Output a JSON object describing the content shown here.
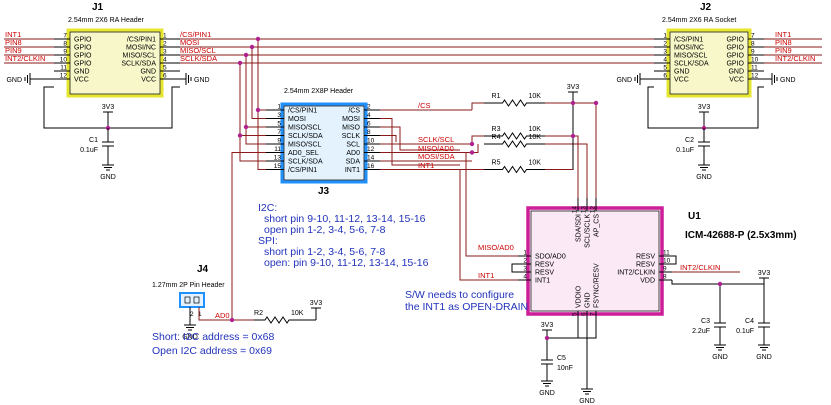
{
  "j1": {
    "ref": "J1",
    "title": "2.54mm 2X6 RA Header",
    "left_pins": [
      "GPIO",
      "GPIO",
      "GPIO",
      "GPIO",
      "GND",
      "VCC"
    ],
    "right_pins": [
      "/CS/PIN1",
      "MOSI/NC",
      "MISO/SCL",
      "SCLK/SDA",
      "GND",
      "VCC"
    ],
    "left_nums": [
      "7",
      "8",
      "9",
      "10",
      "11",
      "12"
    ],
    "right_nums": [
      "1",
      "2",
      "3",
      "4",
      "5",
      "6"
    ],
    "left_nets": [
      "INT1",
      "PIN8",
      "PIN9",
      "INT2/CLKIN"
    ],
    "right_nets": [
      "/CS/PIN1",
      "MOSI",
      "MISO/SCL",
      "SCLK/SDA"
    ],
    "gnd_left": "GND",
    "gnd_right": "GND"
  },
  "j2": {
    "ref": "J2",
    "title": "2.54mm 2X6 RA Socket",
    "left_pins": [
      "/CS/PIN1",
      "MOSI/NC",
      "MISO/SCL",
      "SCLK/SDA",
      "GND",
      "VCC"
    ],
    "right_pins": [
      "GPIO",
      "GPIO",
      "GPIO",
      "GPIO",
      "GND",
      "VCC"
    ],
    "left_nums": [
      "1",
      "2",
      "3",
      "4",
      "5",
      "6"
    ],
    "right_nums": [
      "7",
      "8",
      "9",
      "10",
      "11",
      "12"
    ],
    "right_nets": [
      "INT1",
      "PIN8",
      "PIN9",
      "INT2/CLKIN"
    ],
    "gnd_left": "GND",
    "gnd_right": "GND"
  },
  "j3": {
    "ref": "J3",
    "title": "2.54mm 2X8P Header",
    "left_pins": [
      "/CS/PIN1",
      "MOSI",
      "MISO/SCL",
      "SCLK/SDA",
      "MISO/SCL",
      "AD0_SEL",
      "SCLK/SDA",
      "/CS/PIN1"
    ],
    "right_pins": [
      "/CS",
      "MOSI",
      "MISO",
      "SCLK",
      "SCL",
      "AD0",
      "SDA",
      "INT1"
    ],
    "left_nums": [
      "1",
      "3",
      "5",
      "7",
      "9",
      "11",
      "13",
      "15"
    ],
    "right_nums": [
      "2",
      "4",
      "6",
      "8",
      "10",
      "12",
      "14",
      "16"
    ],
    "right_nets": [
      "/CS",
      "SCLK/SCL",
      "MISO/AD0",
      "MOSI/SDA",
      "INT1"
    ]
  },
  "j4": {
    "ref": "J4",
    "title": "1.27mm 2P Pin Header",
    "pin_nums": [
      "2",
      "1"
    ],
    "net": "AD0"
  },
  "u1": {
    "ref": "U1",
    "part": "ICM-42688-P (2.5x3mm)",
    "left_pins": [
      "SDO/AD0",
      "RESV",
      "RESV",
      "INT1"
    ],
    "left_nums": [
      "1",
      "2",
      "3",
      "4"
    ],
    "right_pins": [
      "RESV",
      "RESV",
      "INT2/CLKIN",
      "VDD"
    ],
    "right_nums": [
      "11",
      "10",
      "9",
      "8"
    ],
    "top_pins": [
      "SDA/SDI",
      "SCL/SCLK",
      "AP_CS"
    ],
    "top_nums": [
      "14",
      "13",
      "12"
    ],
    "bottom_pins": [
      "VDDIO",
      "GND",
      "FSYNC/RESV"
    ],
    "bottom_nums": [
      "5",
      "6",
      "7"
    ],
    "net_left_ad0": "MISO/AD0",
    "net_left_int1": "INT1",
    "net_right": "INT2/CLKIN"
  },
  "passives": {
    "r1": {
      "ref": "R1",
      "value": "10K"
    },
    "r2": {
      "ref": "R2",
      "value": "10K"
    },
    "r3": {
      "ref": "R3",
      "value": "10K"
    },
    "r4": {
      "ref": "R4",
      "value": "10K"
    },
    "r5": {
      "ref": "R5",
      "value": "10K"
    },
    "c1": {
      "ref": "C1",
      "value": "0.1uF"
    },
    "c2": {
      "ref": "C2",
      "value": "0.1uF"
    },
    "c3": {
      "ref": "C3",
      "value": "2.2uF"
    },
    "c4": {
      "ref": "C4",
      "value": "0.1uF"
    },
    "c5": {
      "ref": "C5",
      "value": "10nF"
    }
  },
  "power": {
    "v33": "3V3",
    "gnd": "GND"
  },
  "notes": {
    "i2c_spi": [
      "I2C:",
      "short pin 9-10, 11-12, 13-14, 15-16",
      "open pin 1-2, 3-4, 5-6, 7-8",
      "SPI:",
      "short pin 1-2, 3-4, 5-6, 7-8",
      "open: pin 9-10, 11-12, 13-14, 15-16"
    ],
    "sw": [
      "S/W needs to configure",
      "the INT1 as OPEN-DRAIN"
    ],
    "addr": [
      "Short: I2C address = 0x68",
      "Open I2C address = 0x69"
    ]
  },
  "colors": {
    "wire": "#8b1a1a",
    "net_label": "#cc0000",
    "note": "#2233bb",
    "connector_box": "#e6e62e",
    "j3_box": "#1e90ff",
    "u1_box": "#cc1e99",
    "junction": "#b0208e"
  }
}
